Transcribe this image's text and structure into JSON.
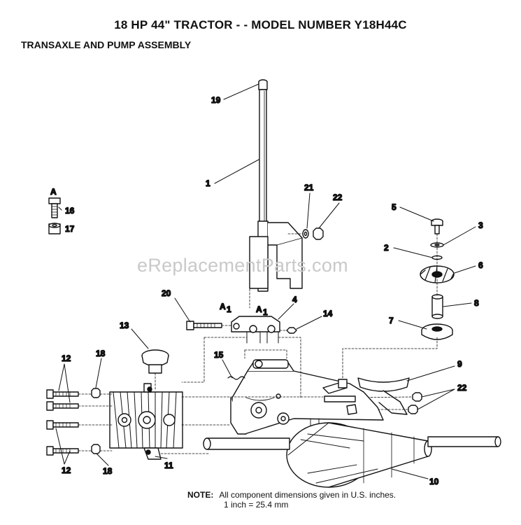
{
  "header": {
    "title": "18 HP 44\" TRACTOR - - MODEL NUMBER Y18H44C",
    "subtitle": "TRANSAXLE AND PUMP ASSEMBLY"
  },
  "watermark": "eReplacementParts.com",
  "note": {
    "label": "NOTE:",
    "line1": "All component dimensions given in U.S. inches.",
    "line2": "1 inch = 25.4 mm"
  },
  "callouts": {
    "c1": "1",
    "c2": "2",
    "c3": "3",
    "c4": "4",
    "c5": "5",
    "c6": "6",
    "c7": "7",
    "c8": "8",
    "c9": "9",
    "c10": "10",
    "c11": "11",
    "c12a": "12",
    "c12b": "12",
    "c13": "13",
    "c14": "14",
    "c15": "15",
    "c16": "16",
    "c17": "17",
    "c18a": "18",
    "c18b": "18",
    "c19": "19",
    "c20": "20",
    "c21": "21",
    "c22a": "22",
    "c22b": "22",
    "cA": "A",
    "cA1a": "A",
    "cA1b": "A"
  },
  "colors": {
    "ink": "#111111",
    "watermark": "#c9c9c9",
    "background": "#ffffff"
  }
}
